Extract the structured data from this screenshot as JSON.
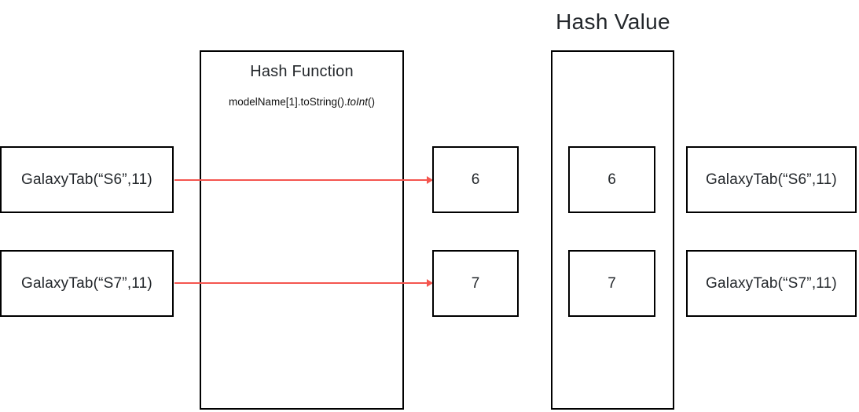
{
  "diagram": {
    "title_hash_value": "Hash Value",
    "hash_function": {
      "title": "Hash Function",
      "formula_prefix": "modelName[1].toString().",
      "formula_italic": "toInt",
      "formula_suffix": "()"
    },
    "colors": {
      "arrow": "#f4564f",
      "stroke": "#000000",
      "text": "#23272b",
      "background": "#ffffff"
    },
    "rows": [
      {
        "input_label": "GalaxyTab(“S6”,11)",
        "hash_output": "6",
        "bucket_value": "6",
        "stored_object": "GalaxyTab(“S6”,11)"
      },
      {
        "input_label": "GalaxyTab(“S7”,11)",
        "hash_output": "7",
        "bucket_value": "7",
        "stored_object": "GalaxyTab(“S7”,11)"
      }
    ]
  }
}
